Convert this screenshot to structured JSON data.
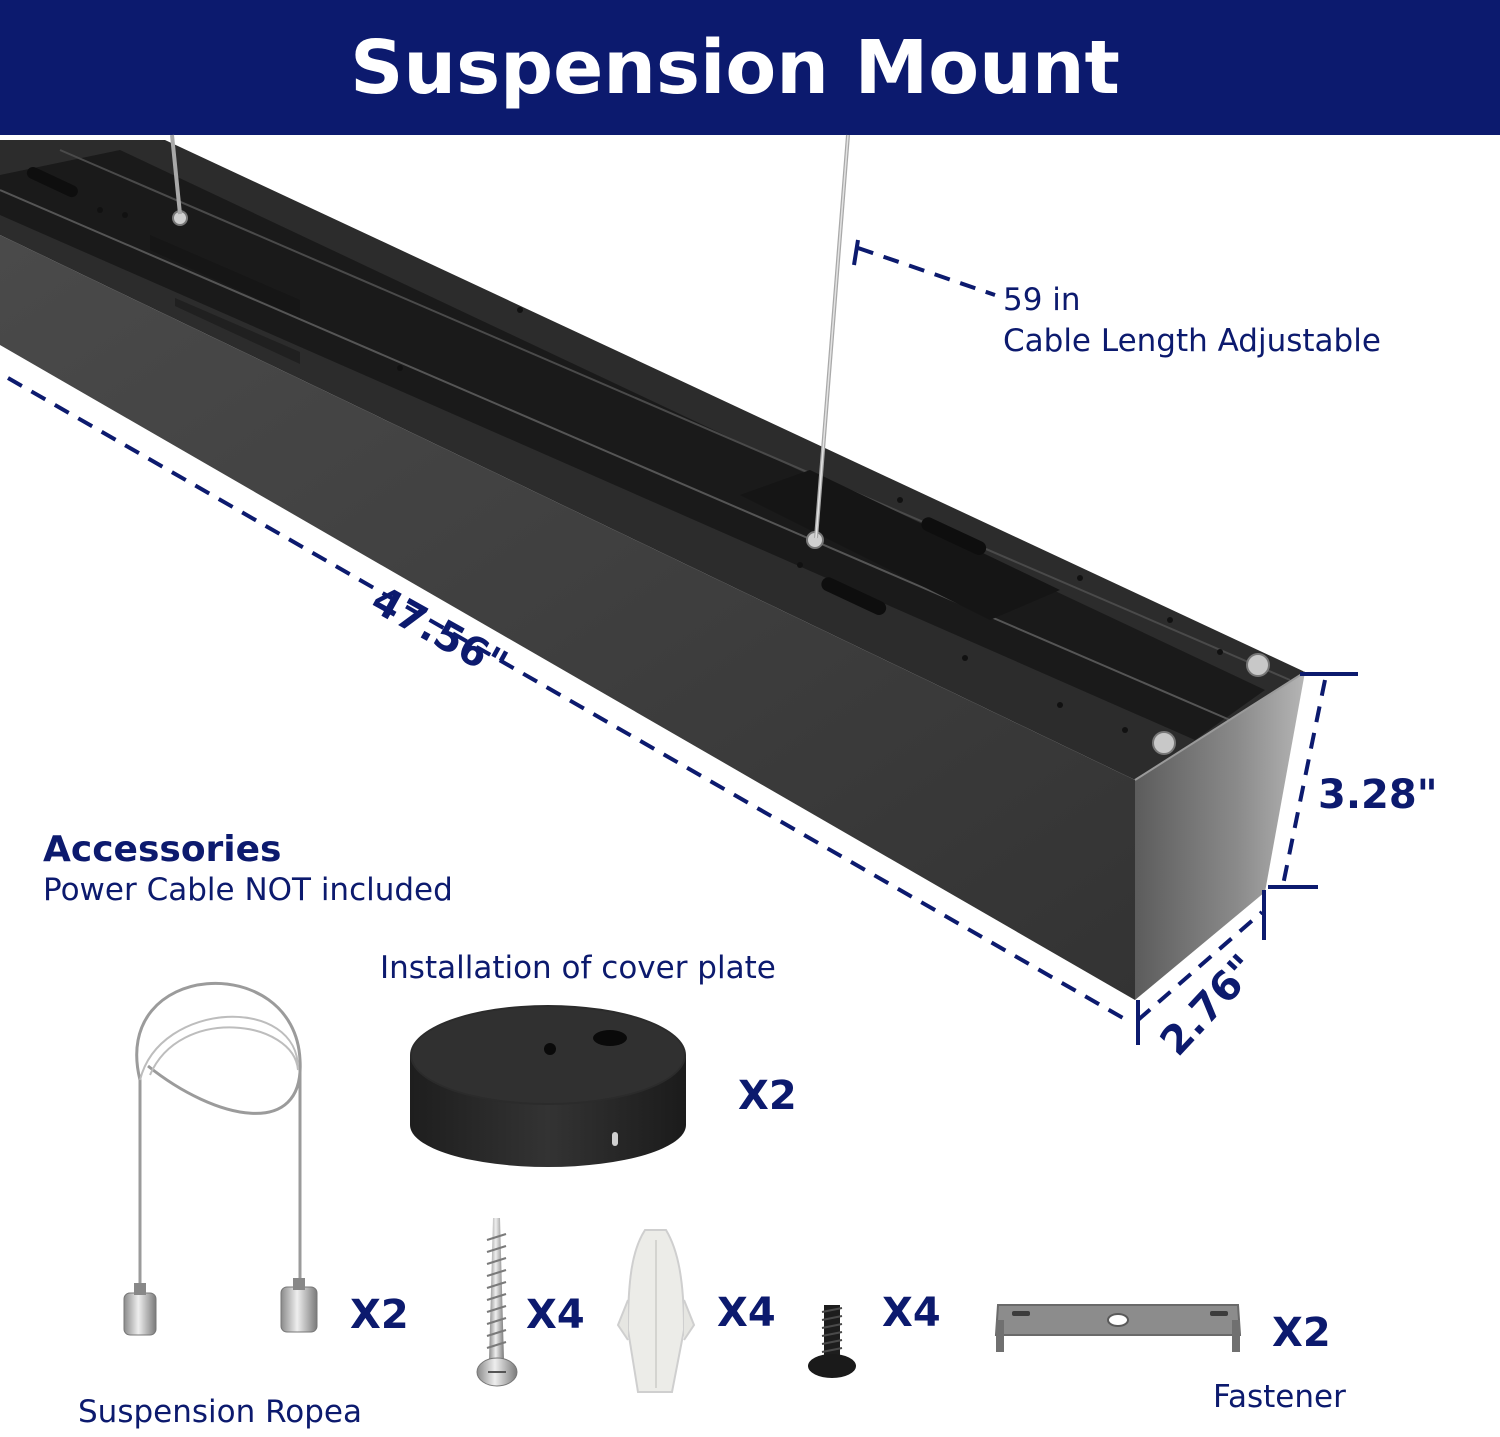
{
  "header": {
    "title": "Suspension Mount"
  },
  "product": {
    "length": "47.56\"",
    "height": "3.28\"",
    "width": "2.76\"",
    "cable_length": "59 in",
    "cable_note": "Cable Length Adjustable"
  },
  "accessories": {
    "title": "Accessories",
    "note": "Power Cable NOT included",
    "cover_plate": {
      "label": "Installation of cover plate",
      "qty": "X2"
    },
    "suspension_rope": {
      "label": "Suspension Ropea",
      "qty": "X2"
    },
    "screw": {
      "qty": "X4"
    },
    "anchor": {
      "qty": "X4"
    },
    "bolt": {
      "qty": "X4"
    },
    "fastener": {
      "label": "Fastener",
      "qty": "X2"
    }
  },
  "colors": {
    "brand_navy": "#0c1a6e",
    "fixture_black": "#3a3a3a"
  }
}
